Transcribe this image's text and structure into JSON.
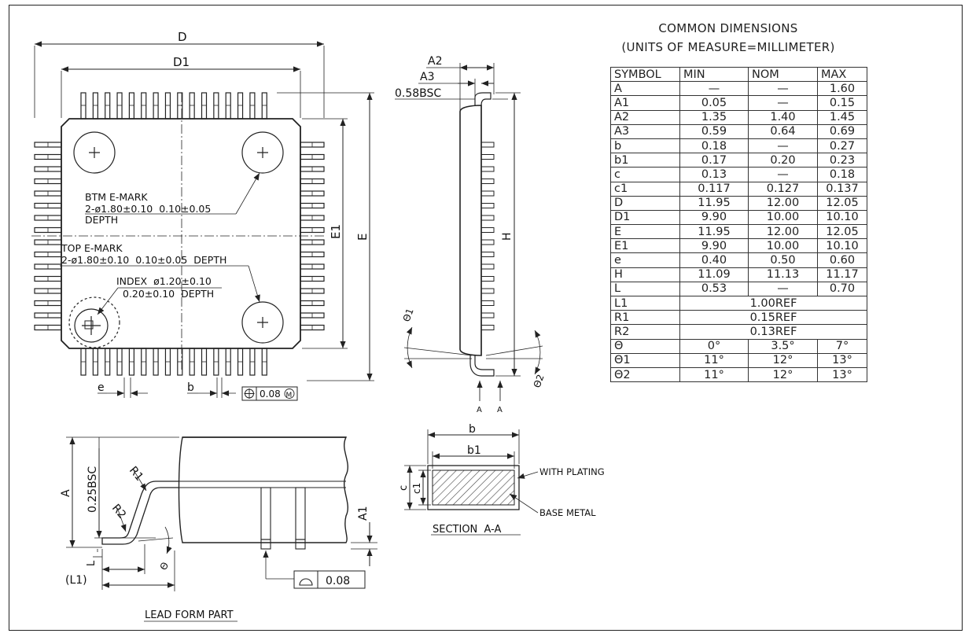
{
  "title": {
    "line1": "COMMON DIMENSIONS",
    "line2": "(UNITS OF MEASURE=MILLIMETER)"
  },
  "table": {
    "headers": [
      "SYMBOL",
      "MIN",
      "NOM",
      "MAX"
    ],
    "rows": [
      [
        "A",
        "—",
        "—",
        "1.60"
      ],
      [
        "A1",
        "0.05",
        "—",
        "0.15"
      ],
      [
        "A2",
        "1.35",
        "1.40",
        "1.45"
      ],
      [
        "A3",
        "0.59",
        "0.64",
        "0.69"
      ],
      [
        "b",
        "0.18",
        "—",
        "0.27"
      ],
      [
        "b1",
        "0.17",
        "0.20",
        "0.23"
      ],
      [
        "c",
        "0.13",
        "—",
        "0.18"
      ],
      [
        "c1",
        "0.117",
        "0.127",
        "0.137"
      ],
      [
        "D",
        "11.95",
        "12.00",
        "12.05"
      ],
      [
        "D1",
        "9.90",
        "10.00",
        "10.10"
      ],
      [
        "E",
        "11.95",
        "12.00",
        "12.05"
      ],
      [
        "E1",
        "9.90",
        "10.00",
        "10.10"
      ],
      [
        "e",
        "0.40",
        "0.50",
        "0.60"
      ],
      [
        "H",
        "11.09",
        "11.13",
        "11.17"
      ],
      [
        "L",
        "0.53",
        "—",
        "0.70"
      ],
      [
        "L1",
        "1.00REF"
      ],
      [
        "R1",
        "0.15REF"
      ],
      [
        "R2",
        "0.13REF"
      ],
      [
        "Θ",
        "0°",
        "3.5°",
        "7°"
      ],
      [
        "Θ1",
        "11°",
        "12°",
        "13°"
      ],
      [
        "Θ2",
        "11°",
        "12°",
        "13°"
      ]
    ]
  },
  "top_view": {
    "dim_d": "D",
    "dim_d1": "D1",
    "dim_e": "E",
    "dim_e1": "E1",
    "btm_mark_title": "BTM E-MARK",
    "btm_mark_spec": "2-ø1.80±0.10  0.10±0.05",
    "btm_mark_depth": "DEPTH",
    "top_mark_title": "TOP E-MARK",
    "top_mark_spec": "2-ø1.80±0.10  0.10±0.05  DEPTH",
    "index_spec": "INDEX  ø1.20±0.10",
    "index_depth": "0.20±0.10  DEPTH",
    "pitch_label": "e",
    "lead_label": "b",
    "tolerance": "0.08",
    "tolerance_modifier": "M"
  },
  "side_view": {
    "dim_a2": "A2",
    "dim_a3": "A3",
    "dim_bsc": "0.58BSC",
    "dim_h": "H",
    "theta1": "Θ1",
    "theta2": "Θ2",
    "section_mark_left": "A",
    "section_mark_right": "A"
  },
  "section": {
    "dim_b": "b",
    "dim_b1": "b1",
    "dim_c": "c",
    "dim_c1": "c1",
    "with_plating": "WITH PLATING",
    "base_metal": "BASE METAL",
    "title": "SECTION  A-A"
  },
  "lead_form": {
    "dim_a": "A",
    "dim_gauge": "0.25BSC",
    "dim_r1": "R1",
    "dim_r2": "R2",
    "dim_a1": "A1",
    "dim_l": "L",
    "dim_l1": "(L1)",
    "theta": "Θ",
    "flatness": "0.08",
    "title": "LEAD FORM PART"
  }
}
